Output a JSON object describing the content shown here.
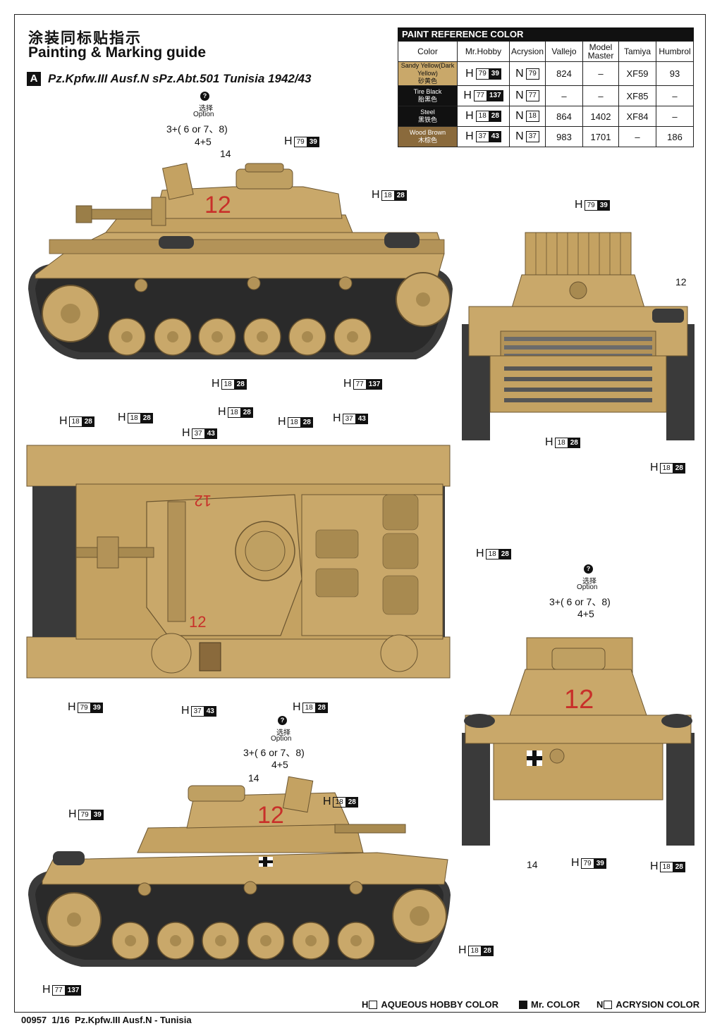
{
  "header": {
    "title_cn": "涂装同标贴指示",
    "title_en": "Painting & Marking guide",
    "badge": "A",
    "subtitle": "Pz.Kpfw.III Ausf.N sPz.Abt.501 Tunisia 1942/43"
  },
  "paint_table": {
    "title": "PAINT  REFERENCE COLOR",
    "columns": [
      "Color",
      "Mr.Hobby",
      "Acrysion",
      "Vallejo",
      "Model Master",
      "Tamiya",
      "Humbrol"
    ],
    "rows": [
      {
        "name_en": "Sandy Yellow(Dark Yellow)",
        "name_cn": "砂黄色",
        "h_box": "79",
        "h_dark": "39",
        "n_box": "79",
        "vallejo": "824",
        "model_master": "–",
        "tamiya": "XF59",
        "humbrol": "93",
        "swatch_color": "#c9a86a"
      },
      {
        "name_en": "Tire Black",
        "name_cn": "胎黑色",
        "h_box": "77",
        "h_dark": "137",
        "n_box": "77",
        "vallejo": "–",
        "model_master": "–",
        "tamiya": "XF85",
        "humbrol": "–",
        "swatch_color": "#111111"
      },
      {
        "name_en": "Steel",
        "name_cn": "黑铁色",
        "h_box": "18",
        "h_dark": "28",
        "n_box": "18",
        "vallejo": "864",
        "model_master": "1402",
        "tamiya": "XF84",
        "humbrol": "–",
        "swatch_color": "#111111"
      },
      {
        "name_en": "Wood Brown",
        "name_cn": "木棕色",
        "h_box": "37",
        "h_dark": "43",
        "n_box": "37",
        "vallejo": "983",
        "model_master": "1701",
        "tamiya": "–",
        "humbrol": "186",
        "swatch_color": "#8a6a3c"
      }
    ]
  },
  "option": {
    "icon": "?",
    "cn": "选择",
    "en": "Option",
    "line1": "3+( 6 or 7、8)",
    "line2": "4+5"
  },
  "labels": {
    "n14": "14",
    "n12": "12",
    "turret_number": "12",
    "letter_h": "H",
    "letter_n": "N"
  },
  "callouts": {
    "c79_39": {
      "box": "79",
      "dark": "39"
    },
    "c18_28": {
      "box": "18",
      "dark": "28"
    },
    "c77_137": {
      "box": "77",
      "dark": "137"
    },
    "c37_43": {
      "box": "37",
      "dark": "43"
    }
  },
  "legend": {
    "h_prefix": "H",
    "h_text": "AQUEOUS HOBBY COLOR",
    "mr_text": "Mr. COLOR",
    "n_prefix": "N",
    "n_text": "ACRYSION COLOR"
  },
  "footer": {
    "code": "00957",
    "scale": "1/16",
    "name": "Pz.Kpfw.III Ausf.N - Tunisia"
  },
  "colors": {
    "sand": "#c9a86a",
    "sand_dark": "#a88a50",
    "sand_light": "#d9bc82",
    "track": "#3a3a3a",
    "marking_red": "#c8302a"
  }
}
